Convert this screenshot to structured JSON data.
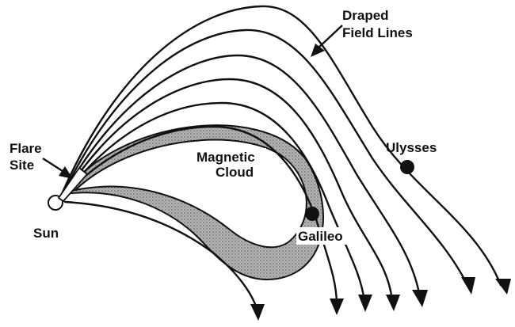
{
  "labels": {
    "draped_line1": "Draped",
    "draped_line2": "Field Lines",
    "flare_line1": "Flare",
    "flare_line2": "Site",
    "sun": "Sun",
    "cloud_line1": "Magnetic",
    "cloud_line2": "Cloud",
    "galileo": "Galileo",
    "ulysses": "Ulysses"
  },
  "colors": {
    "ink": "#111111",
    "cloud_fill": "#a8a8a8",
    "background": "#ffffff"
  }
}
